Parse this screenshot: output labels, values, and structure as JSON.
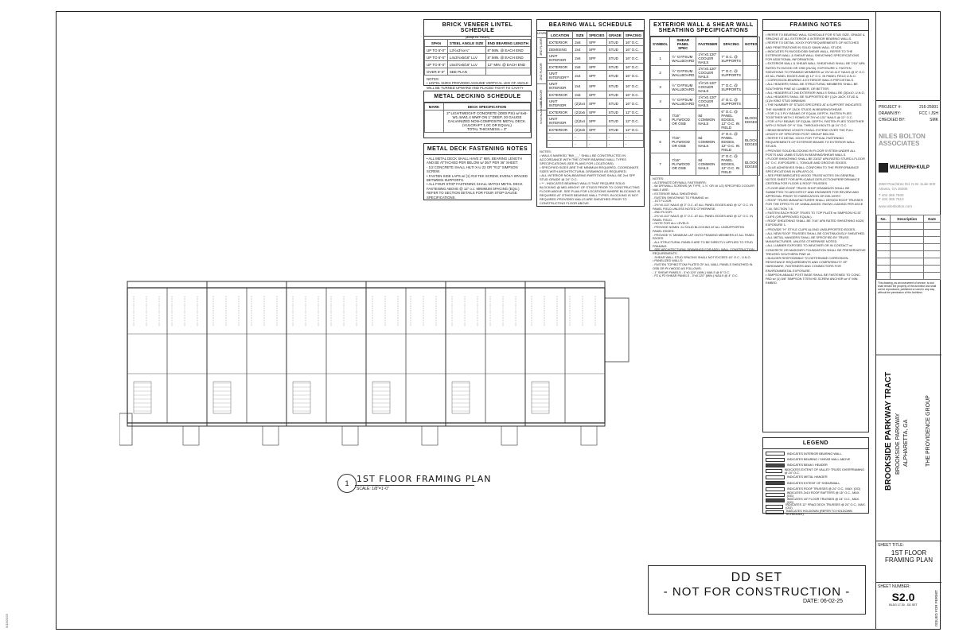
{
  "lintel_schedule": {
    "title": "BRICK VENEER LINTEL SCHEDULE",
    "subtitle": "(adapt BL HAAS)",
    "headers": [
      "SPAN",
      "STEEL ANGLE SIZE",
      "END BEARING LENGTH"
    ],
    "rows": [
      [
        "UP TO 5'-0\"",
        "L3½x3½x¼\"",
        "8\" MIN. @ EACH END"
      ],
      [
        "UP TO 6'-0\"",
        "L4x3½x5/16\" LLV",
        "8\" MIN. @ EACH END"
      ],
      [
        "UP TO 8'-0\"",
        "L5x3½x5/16\" LLV",
        "12\" MIN. @ EACH END"
      ],
      [
        "OVER 8'-0\"",
        "SEE PLAN",
        ""
      ]
    ],
    "notes": "NOTES:\n• LINTEL SIZES PROVIDED ASSUME VERTICAL LEG OF ANGLE WILL BE TURNED UPWARD AND PLACED TIGHT TO CAVITY FACE OF VENEER."
  },
  "metal_deck_schedule": {
    "title": "METAL DECKING SCHEDULE",
    "headers": [
      "MARK",
      "DECK SPECIFICATION"
    ],
    "spec": "2\" LIGHTWEIGHT CONCRETE (3000 PSI) w/ 6x6-W1.4xW1.4 WWF ON 1\" DEEP, 20 GAUGE GALVANIZED NON-COMPOSITE METAL DECK. (VULCRAFT 1.0C OR EQUAL)\nTOTAL THICKNESS = 3\""
  },
  "metal_deck_notes": {
    "title": "METAL DECK FASTENING NOTES",
    "text": "• ALL METAL DECK SHALL HAVE 2\" MIN. BEARING LENGTH AND BE ATTACHED PER BELOW w/ 36/7 PER 36\" SHEET:\n - 1/2 CONCRETE SHALL HILTI X-U 22 OR \"#12\" SIMPSON SCREW.\n• FASTEN SIDE LAPS w/ (1) #10 TEK SCREW, EVENLY SPACED BETWEEN SUPPORTS.\n• ALL FOUR STOP FASTENING SHALL MATCH METAL DECK FASTENING ABOVE @ 12\" o.c. MINIMUM SPACING (EQU.) REFER TO SECTION DETAILS FOR FOUR STOP GAUGE SPECIFICATIONS."
  },
  "bearing_wall_schedule": {
    "title": "BEARING WALL SCHEDULE",
    "headers": [
      "LEVEL",
      "LOCATION",
      "SIZE",
      "SPECIES",
      "GRADE",
      "SPACING"
    ],
    "rows": [
      [
        "",
        "EXTERIOR",
        "2x6",
        "SPF",
        "STUD",
        "16\" O.C."
      ],
      [
        "",
        "DEMISING",
        "2x4",
        "SPF",
        "STUD",
        "16\" O.C."
      ],
      [
        "",
        "UNIT INTERIOR",
        "2x6",
        "SPF",
        "STUD",
        "16\" O.C."
      ],
      [
        "",
        "EXTERIOR",
        "2x6",
        "SPF",
        "STUD",
        "16\" O.C."
      ],
      [
        "",
        "UNIT INTERIOR**",
        "2x4",
        "SPF",
        "STUD",
        "16\" O.C."
      ],
      [
        "",
        "UNIT INTERIOR",
        "2x4",
        "SPF",
        "STUD",
        "16\" O.C."
      ],
      [
        "",
        "EXTERIOR",
        "2x6",
        "SPF",
        "STUD",
        "16\" O.C."
      ],
      [
        "",
        "UNIT INTERIOR",
        "(2)2x4",
        "SPF",
        "STUD",
        "16\" O.C."
      ],
      [
        "",
        "EXTERIOR",
        "(2)2x6",
        "SPF",
        "STUD",
        "12\" O.C."
      ],
      [
        "",
        "UNIT INTERIOR",
        "(2)2x4",
        "SPF",
        "STUD",
        "12\" O.C."
      ],
      [
        "",
        "EXTERIOR",
        "(2)2x6",
        "SPF",
        "STUD",
        "12\" O.C."
      ],
      [
        "",
        "-",
        "-",
        "-",
        "-",
        "-"
      ],
      [
        "",
        "-",
        "-",
        "-",
        "-",
        "-"
      ]
    ],
    "levels": [
      "3RD FLOOR",
      "2ND FLOOR",
      "1ST FLOOR",
      "STAIR BEARING WALLS"
    ],
    "notes": "NOTES:\n• WALLS MARKED \"BW___\" SHALL BE CONSTRUCTED IN ACCORDANCE WITH THE OTHER BEARING WALL TYPES SPECIFICATIONS (SEE PLANS FOR LOCATIONS).\n• SPECIFIED SIZES ARE THE MINIMUM REQUIRED. COORDINATE SIZES WITH ARCHITECTURAL DRAWINGS AS REQUIRED.\n• ALL INTERIOR NON-BEARING PARTITIONS SHALL BE 2x4 SPF STUD GRADE @ 24\" O.C.\n• ** - INDICATES BEARING WALLS THAT REQUIRE SOLID BLOCKING @ MID-HEIGHT OF STUDS PRIOR TO CONSTRUCTING FLOOR ABOVE. SEE PLAN FOR LOCATIONS WHERE BLOCKING IS REQUIRED AT OTHER BEARING WALL TYPES. BLOCKING IS NOT REQUIRED PROVIDED WALLS ARE SHEATHED PRIOR TO CONSTRUCTING FLOOR ABOVE."
  },
  "shear_wall_spec": {
    "title": "EXTERIOR WALL & SHEAR WALL SHEATHING SPECIFICATIONS",
    "headers": [
      "SYMBOL",
      "SHEAR PANEL SPEC",
      "FASTENER",
      "SPACING",
      "NOTES"
    ],
    "rows": [
      [
        "1",
        "½\" GYPSUM WALLBOARD",
        "1⅝\"x0.120\" COOLER NAILS",
        "7\" O.C. @ SUPPORTS",
        ""
      ],
      [
        "2",
        "½\" GYPSUM WALLBOARD",
        "1⅝\"x0.120\" COOLER NAILS",
        "7\" O.C. @ SUPPORTS",
        ""
      ],
      [
        "3",
        "½\" GYPSUM WALLBOARD",
        "1⅝\"x0.120\" COOLER NAILS",
        "7\" O.C. @ SUPPORTS",
        ""
      ],
      [
        "4",
        "½\" GYPSUM WALLBOARD",
        "1⅝\"x0.120\" COOLER NAILS",
        "4\" O.C. @ SUPPORTS",
        ""
      ],
      [
        "5",
        "7/16\" PLYWOOD OR OSB",
        "8d COMMON NAILS",
        "6\" O.C. @ PANEL EDGES, 12\" O.C. IN FIELD",
        "BLOCK EDGES"
      ],
      [
        "6",
        "7/16\" PLYWOOD OR OSB",
        "8d COMMON NAILS",
        "4\" O.C. @ PANEL EDGES, 12\" O.C. IN FIELD",
        "BLOCK EDGES"
      ],
      [
        "7",
        "7/16\" PLYWOOD OR OSB",
        "8d COMMON NAILS",
        "3\" O.C. @ PANEL EDGES, 12\" O.C. IN FIELD",
        "BLOCK EDGES"
      ]
    ],
    "notes": "NOTES:\n• ALTERNATE DRYWALL FASTENERS:\n - 6d DRYWALL SCREWS (W TYPE, 1-⅞\" OR 16 1/2) SPECIFIED COOLER NAILS ARE:\n• EXTERIOR WALL SHEATHING:\n - FASTEN SHEATHING TO FRAMING w/:\n - 1ST FLOOR:\n - 2⅜\"x0.113\" NAILS @ 3\" O.C. AT ALL PANEL EDGES AND @ 12\" O.C. IN PANEL FIELD UNLESS NOTED OTHERWISE.\n - 2ND FLOOR:\n - 2⅜\"x0.113\" NAILS @ 3\" O.C. AT ALL PANEL EDGES AND @ 12\" O.C. IN PANEL FIELD.\n• NOTE FOR ALL LEVELS:\n - PROVIDE NOMIN. 2x SOLID BLOCKING AT ALL UNSUPPORTED PANEL EDGES.\n - PROVIDE ⅝\" MINIMUM LAP ONTO FRAMING MEMBERS AT ALL PANEL EDGES.\n - ALL STRUCTURAL PANELS ARE TO BE DIRECTLY APPLIED TO STUD FRAMING.\n - SEE ARCHITECTURAL DRAWINGS FOR ADD'L WALL CONSTRUCTION REQUIREMENTS.\n - SHEAR WALL STUD SPACING SHALL NOT EXCEED 16\" O.C., U.N.O.\n• PANELIZED WALLS:\n - FASTEN TOP/BOTTOM PLATES OF ALL WALL PANELS SHEATHED IN OSB OR PLYWOOD AS FOLLOWS:\n - 1\" SHEAR PANELS - 3\"x0.120\" (MIN.) NAILS @ 6\" O.C.\n - P2 & P3 SHEAR PANELS - 3\"x0.120\" (MIN.) NAILS @ 4\" O.C."
  },
  "framing_notes": {
    "title": "FRAMING NOTES",
    "text": "• REFER TO BEARING WALL SCHEDULE FOR STUD SIZE, GRADE & SPACING AT ALL EXTERIOR & INTERIOR BEARING WALLS.\n• REFER TO DETAIL X/XXX FOR REQUIREMENTS OF NOTCHES AND PENETRATIONS IN SOLID SAWN WALL STUDS.\n• INDICATES PLYWOOD/OSB SHEAR WALL, REFER TO THE EXTERIOR WALL & SHEAR WALL SHEATHING SPECIFICATIONS FOR ADDITIONAL INFORMATION.\n• EXTERIOR WALL & SHEAR WALL SHEATHING SHALL BE 7/16\" APA RATED PLYWOOD OR OSB (24/16). EXPOSURE 1. FASTEN SHEATHING TO FRAMING MEMBERS w/ 2⅜\"x0.113\" NAILS @ 6\" O.C. AT ALL PANEL EDGES AND @ 12\" O.C. IN PANEL FIELD U.N.O.\n• CORROSION-BEARING & EXTERIOR WALLS PER DETAILS.\n• ALL HEADERS SHALL BE STRUCTURAL MEMBERS SHALL BE SOUTHERN PINE #2 LUMBER, OR BETTER.\n• ALL HEADERS AT 2x6 EXTERIOR WALLS SHALL BE (3)2x10, U.N.O.\n• ALL HEADERS SHALL BE SUPPORTED BY (1)2x JACK STUD & (1)2x KING STUD MINIMUM.\n• THE NUMBER OF STUDS SPECIFIED AT A SUPPORT INDICATES THE NUMBER OF JACK STUDS IN BEARING/SHEAR.\n• FOR 2 & 3 PLY BEAMS OF EQUAL DEPTH, FASTEN PLIES TOGETHER WITH 2 ROWS OF 3½\"x0.131\" NAILS @ 12\" O.C.\n• FOR 4 PLY BEAMS OF EQUAL DEPTH, FASTEN PLIES TOGETHER WITH 2 ROWS OF ½\" DIA. THROUGH BOLTS @ 24\" O.C.\n• BEAM BEARING LENGTH SHALL EXTEND OVER THE FULL LENGTH OF SPECIFIED POST GROUP BELOW.\n• REFER TO DETAIL X/XXX FOR TYPICAL FASTENING REQUIREMENTS OF EXTERIOR BEAMS TO EXTERIOR WALL STUDS.\n• PROVIDE SOLID BLOCKING IN FLOOR SYSTEM UNDER ALL POSTS AND JAMB STUDS IN BEARING/SHEAR WALLS.\n• FLOOR SHEATHING SHALL BE 23/32\" APA RATED STURD-I-FLOOR 24\" O.C. EXPOSURE 1, TONGUE AND GROOVE EDGES.\n• GLUE ADHESIVES SHALL CONFORM TO THE PERFORMANCE SPECIFICATIONS IN APA AFG-01.\n• SEE PREFABRICATED WOOD TRUSS NOTES ON GENERAL NOTES SHEET FOR APPLICABLE DEFLECTION/PERFORMANCE CRITERIA FOR FLOOR & ROOF TRUSSES.\n• FLOOR AND ROOF TRUSS SHOP DRAWINGS SHALL BE SUBMITTED TO ARCHITECT AND ENGINEER FOR REVIEW AND APPROVAL PRIOR TO FABRICATION OR DELIVERY.\n• ROOF TRUSS MANUFACTURER SHALL DESIGN ROOF TRUSSES FOR THE EFFECTS OF UNBALANCED SNOW LOADING PER ASCE 7-16, SECTION 7.6.\n• FASTEN EACH ROOF TRUSS TO TOP PLATE w/ SIMPSON H2.5T CLIPS (OR APPROVED EQUAL).\n• ROOF SHEATHING SHALL BE 7/16\" APA RATED SHEATHING 40/20, EXPOSURE 1.\n• PROVIDE \"H\" STYLE CLIPS ALONG UNSUPPORTED EDGES.\n• ALL NEW ROOF TRUSSES SHALL BE CONTINUOUSLY SHEATHED.\n• ALL METAL HANGERS SHALL BE SPECIFIED BY TRUSS MANUFACTURER, UNLESS OTHERWISE NOTED.\n• ALL LUMBER EXPOSED TO WEATHER OR IN CONTACT w/ CONCRETE OR MASONRY FOUNDATION SHALL BE PRESERVATIVE TREATED SOUTHERN PINE #2.\n• BUILDER RESPONSIBLE TO DETERMINE CORROSION-RESISTANCE REQUIREMENTS AND COMPATIBILITY OF HARDWARE, FASTENERS AND CONNECTORS FOR ENVIRONMENTAL EXPOSURE.\n• SIMPSON ABA44Z POST BASE SHALL BE FASTENED TO CONC. PAD w/ (1) 5/8\" SIMPSON TITEN HD SCREW ANCHOR w/ 4\" MIN. EMBED."
  },
  "legend": {
    "title": "LEGEND",
    "items": [
      "INDICATES INTERIOR BEARING WALL",
      "INDICATES BEARING / SHEAR WALL ABOVE",
      "INDICATES BEAM / HEADER",
      "INDICATES EXTENT OF VALLEY TRUSS OVERFRAMING @ 24\" O.C.",
      "INDICATES METAL HANGER",
      "INDICATES EXTENT OF SHEARWALL",
      "INDICATES ROOF TRUSSES @ 24\" O.C., MAX. (OG)",
      "INDICATES 2x10 ROOF RAFTERS @ 16\" O.C., MAX. (OG)",
      "INDICATES 18\" FLOOR TRUSSES @ 24\" O.C., MAX. (OG)",
      "INDICATES 12\" FRAG DECK TRUSSES @ 24\" O.C., MAX. (OG)",
      "INDICATES HOLDOWN (REFER TO HOLDOWN SCHEDULE)"
    ]
  },
  "plan": {
    "title": "1ST FLOOR FRAMING PLAN",
    "scale": "SCALE: 1/8\"=1'-0\"",
    "number": "1",
    "units": 6
  },
  "dd_stamp": {
    "line1": "DD SET",
    "line2": "- NOT FOR CONSTRUCTION -",
    "date": "DATE: 06-02-25"
  },
  "title_block": {
    "project_no_label": "PROJECT #:",
    "project_no": "216-25001",
    "drawn_by_label": "DRAWN BY:",
    "drawn_by": "FCC / JSH",
    "checked_by_label": "CHECKED BY:",
    "checked_by": "SMK",
    "architect": "NILES BOLTON ASSOCIATES",
    "engineer": "MULHERN+KULP",
    "engineer_address": "3060 Peachtree Rd. N.W. Suite 600 Atlanta, GA 30305",
    "engineer_phone": "T 404 365 7600",
    "engineer_fax": "F 404 365 7610",
    "engineer_web": "www.nilesbolton.com",
    "rev_headers": [
      "No.",
      "Description",
      "Date"
    ],
    "disclaimer": "This drawing, as an instrument of service, is and shall remain the property of the Architect and shall not be reproduced, published or used in any way without the permission of the Architect.",
    "project_name": "BROOKSIDE PARKWAY TRACT",
    "project_street": "BROOKSIDE PARKWAY",
    "project_city": "ALPHARETTA, GA",
    "client": "THE PROVIDENCE GROUP",
    "sheet_title_label": "SHEET TITLE:",
    "sheet_title_1": "1ST FLOOR",
    "sheet_title_2": "FRAMING PLAN",
    "sheet_number_label": "SHEET NUMBER:",
    "sheet_number": "S2.0",
    "sheet_sub": "BLDG 17-30 - DD SET",
    "issued": "ISSUED FOR PERMIT"
  },
  "side_stamp": "5/19/2025"
}
